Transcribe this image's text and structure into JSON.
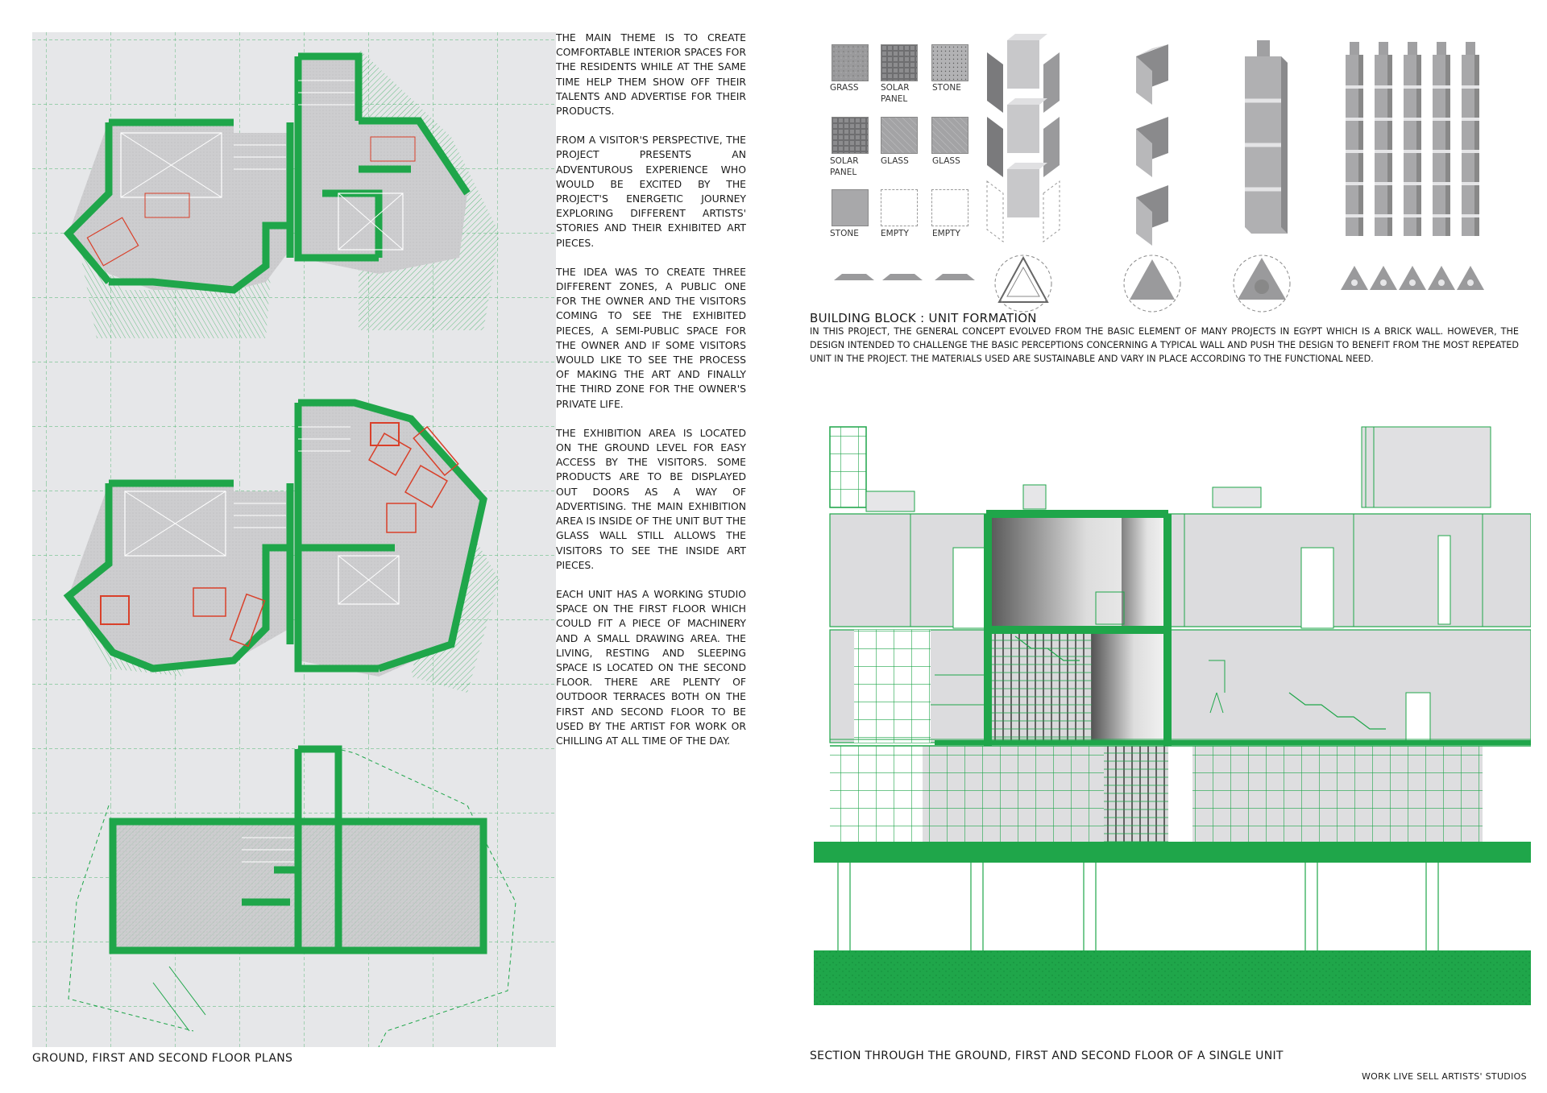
{
  "plans": {
    "caption": "GROUND, FIRST AND SECOND FLOOR PLANS"
  },
  "description": {
    "paragraphs": [
      "THE MAIN THEME IS TO CREATE COMFORTABLE INTERIOR SPACES FOR THE RESIDENTS WHILE AT THE SAME TIME HELP THEM SHOW OFF THEIR TALENTS AND ADVERTISE FOR THEIR PRODUCTS.",
      "FROM A VISITOR'S PERSPECTIVE, THE PROJECT PRESENTS AN ADVENTUROUS EXPERIENCE WHO WOULD BE EXCITED BY THE PROJECT'S ENERGETIC JOURNEY EXPLORING DIFFERENT ARTISTS' STORIES AND THEIR EXHIBITED ART PIECES.",
      "THE IDEA WAS TO CREATE THREE DIFFERENT ZONES, A PUBLIC ONE FOR THE OWNER AND THE VISITORS COMING TO SEE THE EXHIBITED PIECES, A SEMI-PUBLIC SPACE FOR THE OWNER AND IF SOME VISITORS WOULD LIKE TO SEE THE PROCESS OF MAKING THE ART AND FINALLY THE THIRD ZONE FOR THE OWNER'S PRIVATE LIFE.",
      "THE EXHIBITION AREA IS LOCATED ON THE GROUND LEVEL FOR EASY ACCESS BY THE VISITORS. SOME PRODUCTS ARE TO BE DISPLAYED OUT DOORS AS A WAY OF ADVERTISING. THE MAIN EXHIBITION AREA IS INSIDE OF THE UNIT BUT THE GLASS WALL STILL ALLOWS THE VISITORS TO SEE THE INSIDE ART PIECES.",
      "EACH UNIT HAS A WORKING STUDIO SPACE ON THE FIRST FLOOR WHICH COULD FIT A PIECE OF MACHINERY AND A SMALL DRAWING AREA. THE LIVING, RESTING AND SLEEPING SPACE IS LOCATED ON THE SECOND FLOOR. THERE ARE PLENTY OF OUTDOOR TERRACES BOTH ON THE FIRST AND SECOND FLOOR TO BE USED BY THE ARTIST FOR WORK OR CHILLING AT ALL TIME OF THE DAY."
    ]
  },
  "materials": [
    {
      "label": "GRASS",
      "pattern": "grass"
    },
    {
      "label": "SOLAR PANEL",
      "pattern": "solar"
    },
    {
      "label": "STONE",
      "pattern": "stone"
    },
    {
      "label": "SOLAR PANEL",
      "pattern": "solar"
    },
    {
      "label": "GLASS",
      "pattern": "glass"
    },
    {
      "label": "GLASS",
      "pattern": "glass"
    },
    {
      "label": "STONE",
      "pattern": "plain"
    },
    {
      "label": "EMPTY",
      "pattern": "empty"
    },
    {
      "label": "EMPTY",
      "pattern": "empty"
    }
  ],
  "building_block": {
    "title": "BUILDING BLOCK : UNIT FORMATION",
    "text": "IN THIS PROJECT, THE GENERAL CONCEPT EVOLVED FROM THE BASIC ELEMENT OF MANY PROJECTS IN EGYPT WHICH IS A BRICK WALL. HOWEVER, THE DESIGN INTENDED TO CHALLENGE THE BASIC PERCEPTIONS CONCERNING A TYPICAL WALL AND PUSH THE DESIGN TO BENEFIT FROM THE MOST REPEATED UNIT IN THE PROJECT. THE MATERIALS USED ARE SUSTAINABLE AND VARY IN PLACE ACCORDING TO THE FUNCTIONAL NEED."
  },
  "section": {
    "caption": "SECTION THROUGH THE GROUND, FIRST AND SECOND FLOOR OF A SINGLE UNIT"
  },
  "footer": {
    "credit": "WORK LIVE SELL ARTISTS' STUDIOS"
  },
  "colors": {
    "accent_green": "#1fa64a",
    "light_green": "#7fd39b",
    "furniture_red": "#d9402a",
    "panel_gray": "#e6e7e9",
    "floor_gray": "#cfcfd1"
  }
}
